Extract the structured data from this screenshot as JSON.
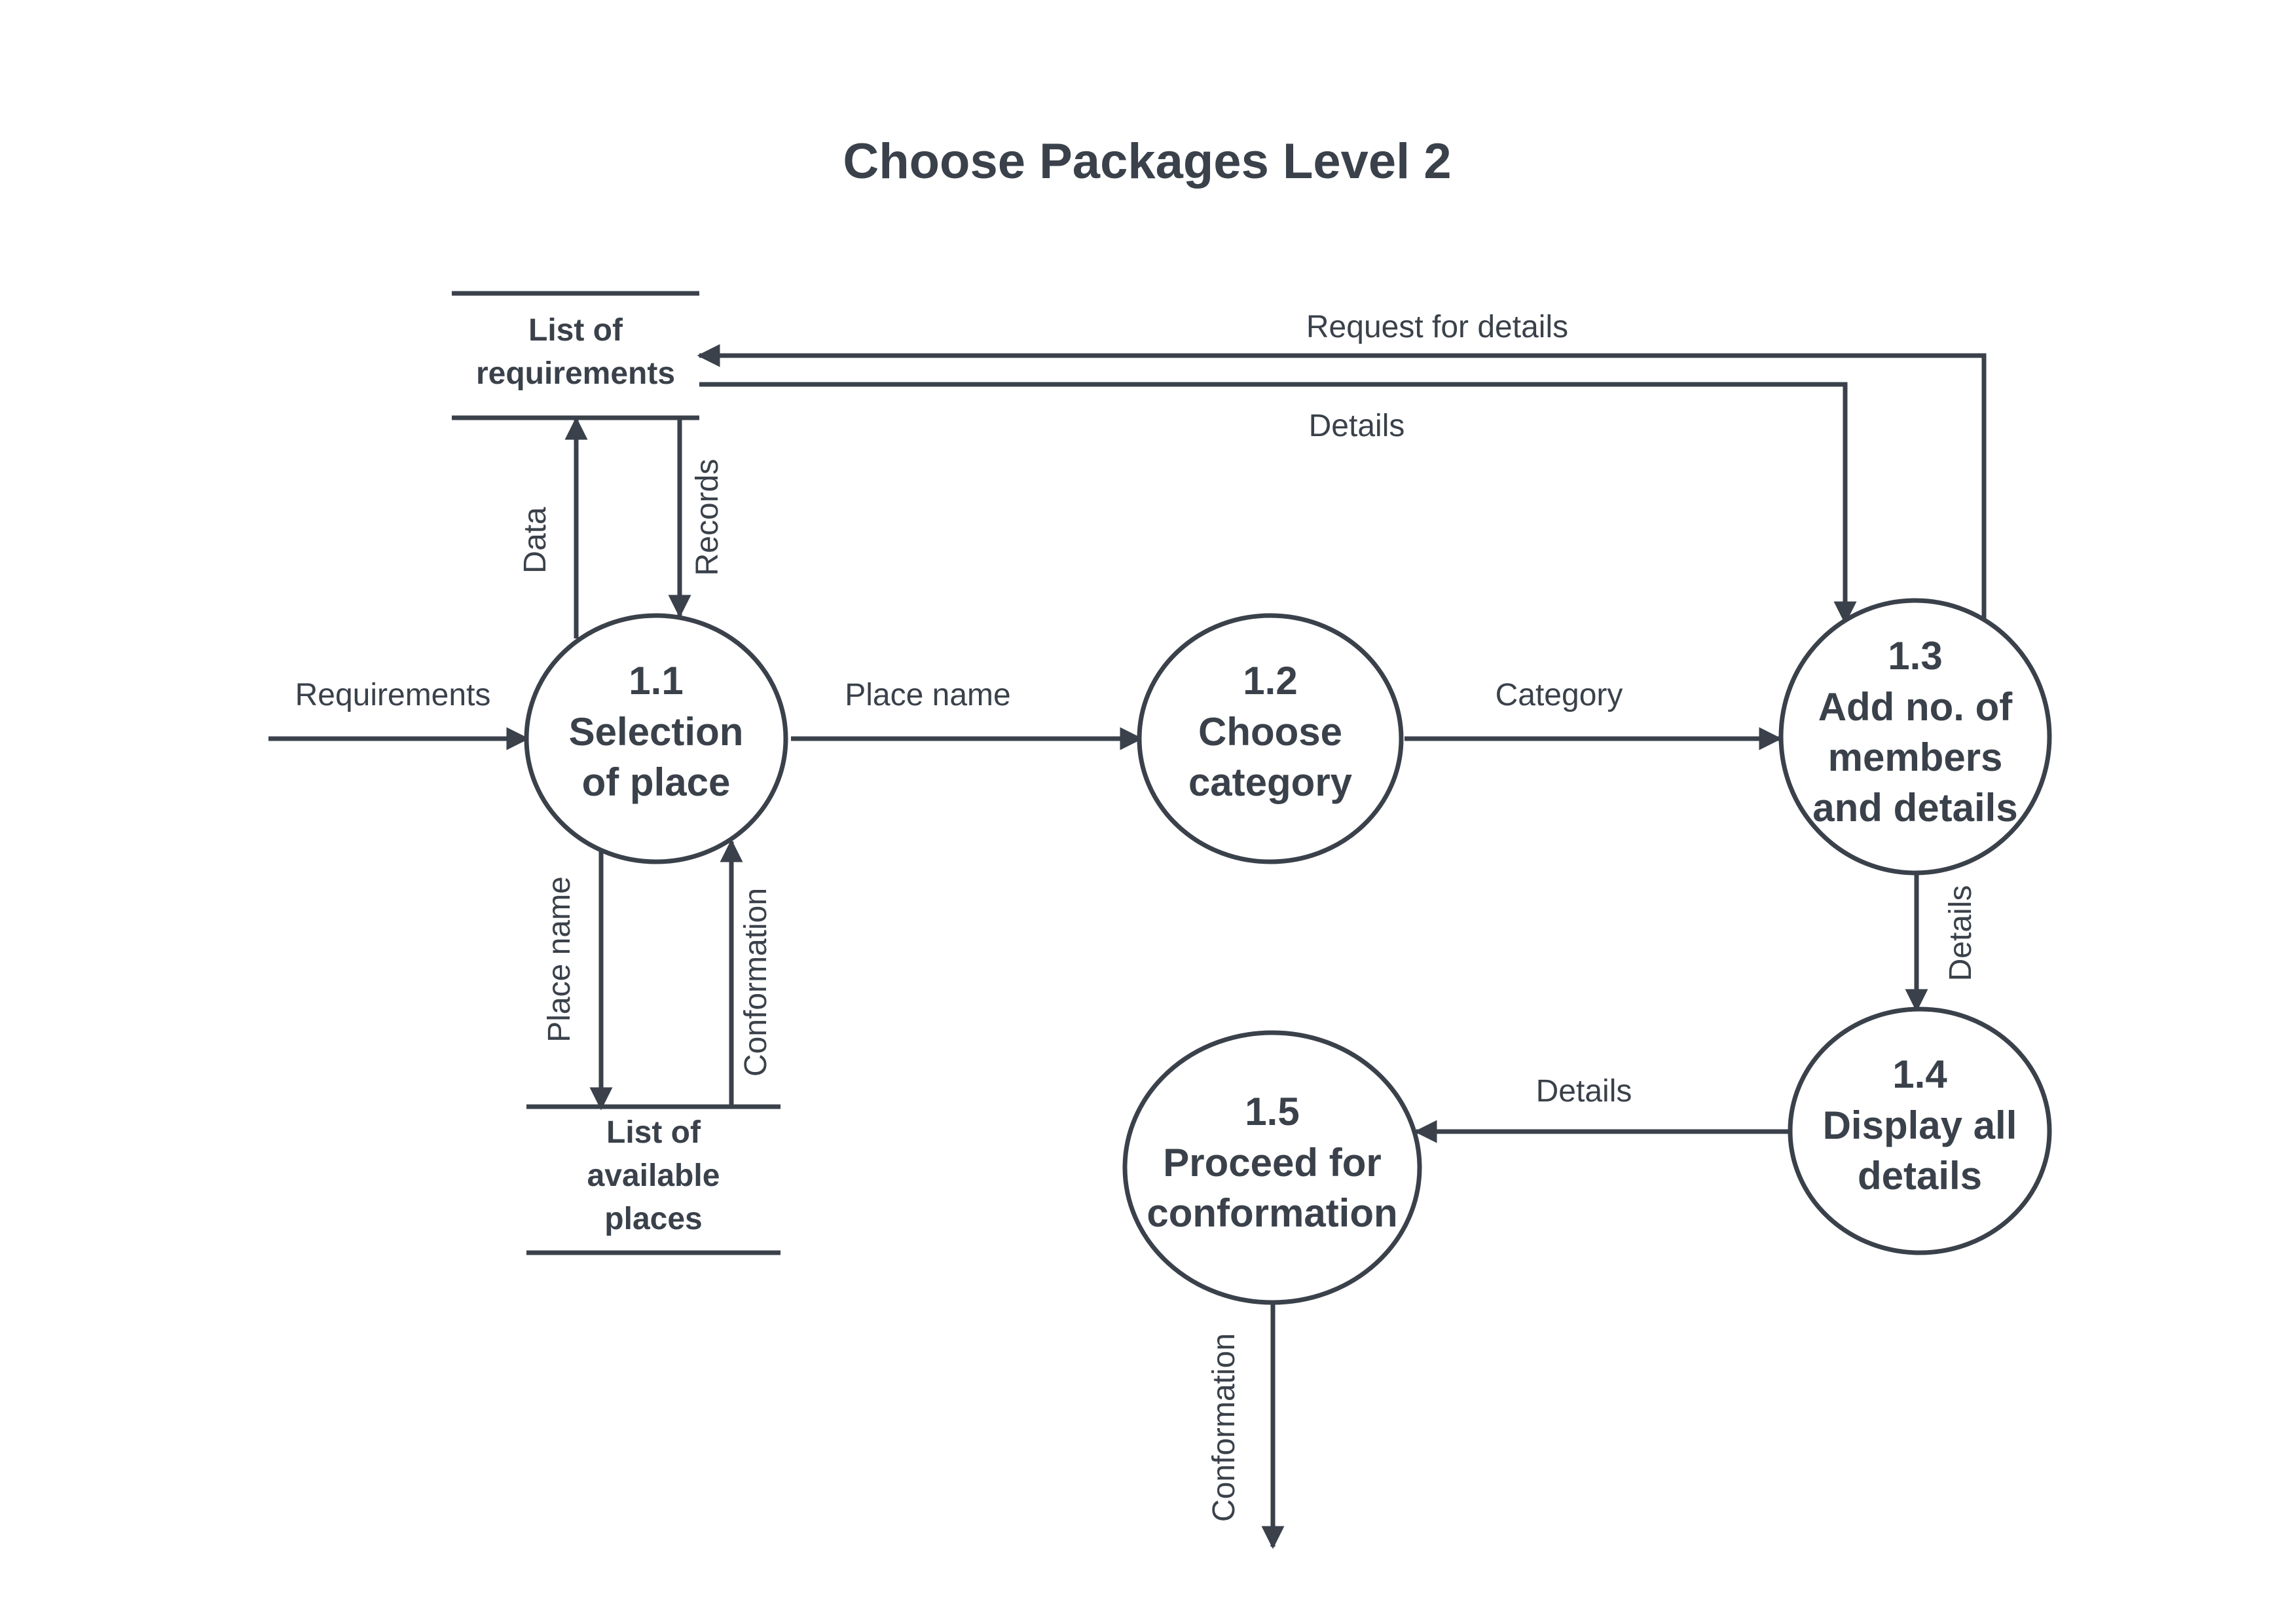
{
  "title": "Choose Packages Level 2",
  "processes": {
    "p11": {
      "id": "1.1",
      "line1": "Selection",
      "line2": "of place"
    },
    "p12": {
      "id": "1.2",
      "line1": "Choose",
      "line2": "category"
    },
    "p13": {
      "id": "1.3",
      "line1": "Add no. of",
      "line2": "members",
      "line3": "and details"
    },
    "p14": {
      "id": "1.4",
      "line1": "Display all",
      "line2": "details"
    },
    "p15": {
      "id": "1.5",
      "line1": "Proceed for",
      "line2": "conformation"
    }
  },
  "stores": {
    "requirements": {
      "line1": "List of",
      "line2": "requirements"
    },
    "places": {
      "line1": "List of",
      "line2": "available",
      "line3": "places"
    }
  },
  "flows": {
    "requirements_in": "Requirements",
    "data": "Data",
    "records": "Records",
    "place_name_right": "Place name",
    "category": "Category",
    "request_for_details": "Request for details",
    "details_top": "Details",
    "place_name_down": "Place name",
    "conformation_up": "Conformation",
    "details_down": "Details",
    "details_left": "Details",
    "conformation_out": "Conformation"
  },
  "colors": {
    "ink": "#3a414a",
    "background": "#ffffff"
  }
}
